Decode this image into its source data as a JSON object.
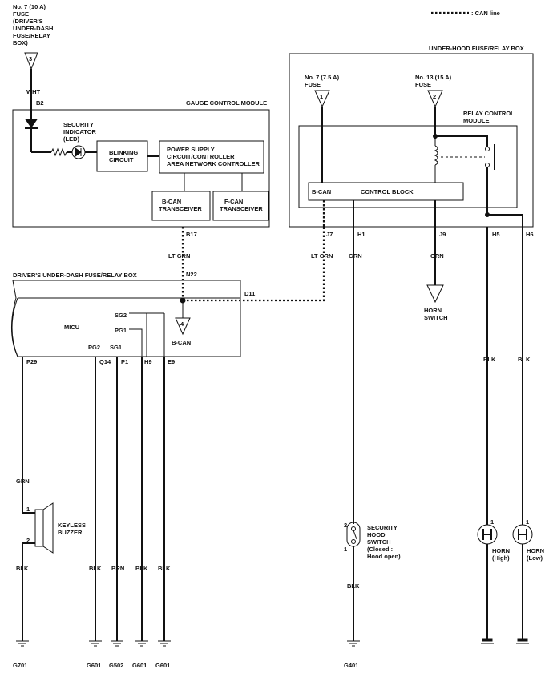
{
  "legend": {
    "can_line": ": CAN line"
  },
  "fuse_dash": {
    "lines": [
      "No. 7 (10 A)",
      "FUSE",
      "(DRIVER'S",
      "UNDER-DASH",
      "FUSE/RELAY",
      "BOX)",
      ""
    ],
    "terminal": "3"
  },
  "gauge_module": {
    "title": "GAUGE CONTROL MODULE",
    "led_label": [
      "SECURITY",
      "INDICATOR",
      "(LED)"
    ],
    "blinking": [
      "BLINKING",
      "CIRCUIT"
    ],
    "power": [
      "POWER SUPPLY",
      "CIRCUIT/CONTROLLER",
      "AREA NETWORK CONTROLLER"
    ],
    "bcan": [
      "B-CAN",
      "TRANSCEIVER"
    ],
    "fcan": [
      "F-CAN",
      "TRANSCEIVER"
    ]
  },
  "dash_box": {
    "title": "DRIVER'S UNDER-DASH FUSE/RELAY BOX",
    "micu": "MICU",
    "pg2": "PG2",
    "sg1": "SG1",
    "sg2": "SG2",
    "pg1": "PG1",
    "bcan_terminal": "4",
    "bcan_node": "B-CAN"
  },
  "hood_box": {
    "title": "UNDER-HOOD FUSE/RELAY BOX",
    "fuse7": [
      "No. 7 (7.5 A)",
      "FUSE"
    ],
    "fuse7_term": "1",
    "fuse13": [
      "No. 13 (15 A)",
      "FUSE"
    ],
    "fuse13_term": "2",
    "relay_module": [
      "RELAY CONTROL",
      "MODULE"
    ],
    "control_bcan": "B-CAN",
    "control_block": "CONTROL BLOCK"
  },
  "pins": {
    "b2": "B2",
    "b17": "B17",
    "n22": "N22",
    "d11": "D11",
    "j7": "J7",
    "h1": "H1",
    "j9": "J9",
    "h5": "H5",
    "h6": "H6",
    "p29": "P29",
    "q14": "Q14",
    "p1": "P1",
    "h9": "H9",
    "e9": "E9"
  },
  "wires": {
    "wht": "WHT",
    "ltgrn": "LT GRN",
    "grn": "GRN",
    "orn": "ORN",
    "blk": "BLK",
    "brn": "BRN"
  },
  "buzzer": {
    "pin1": "1",
    "pin2": "2",
    "label": [
      "KEYLESS",
      "BUZZER"
    ]
  },
  "horn_switch": {
    "label": [
      "HORN",
      "SWITCH"
    ]
  },
  "hood_switch": {
    "pin1": "1",
    "pin2": "2",
    "label": [
      "SECURITY",
      "HOOD",
      "SWITCH",
      "(Closed :",
      "Hood open)"
    ]
  },
  "horns": {
    "pin1": "1",
    "high": [
      "HORN",
      "(High)"
    ],
    "low": [
      "HORN",
      "(Low)"
    ]
  },
  "grounds": {
    "g701": "G701",
    "g601": "G601",
    "g502": "G502",
    "g401": "G401"
  }
}
